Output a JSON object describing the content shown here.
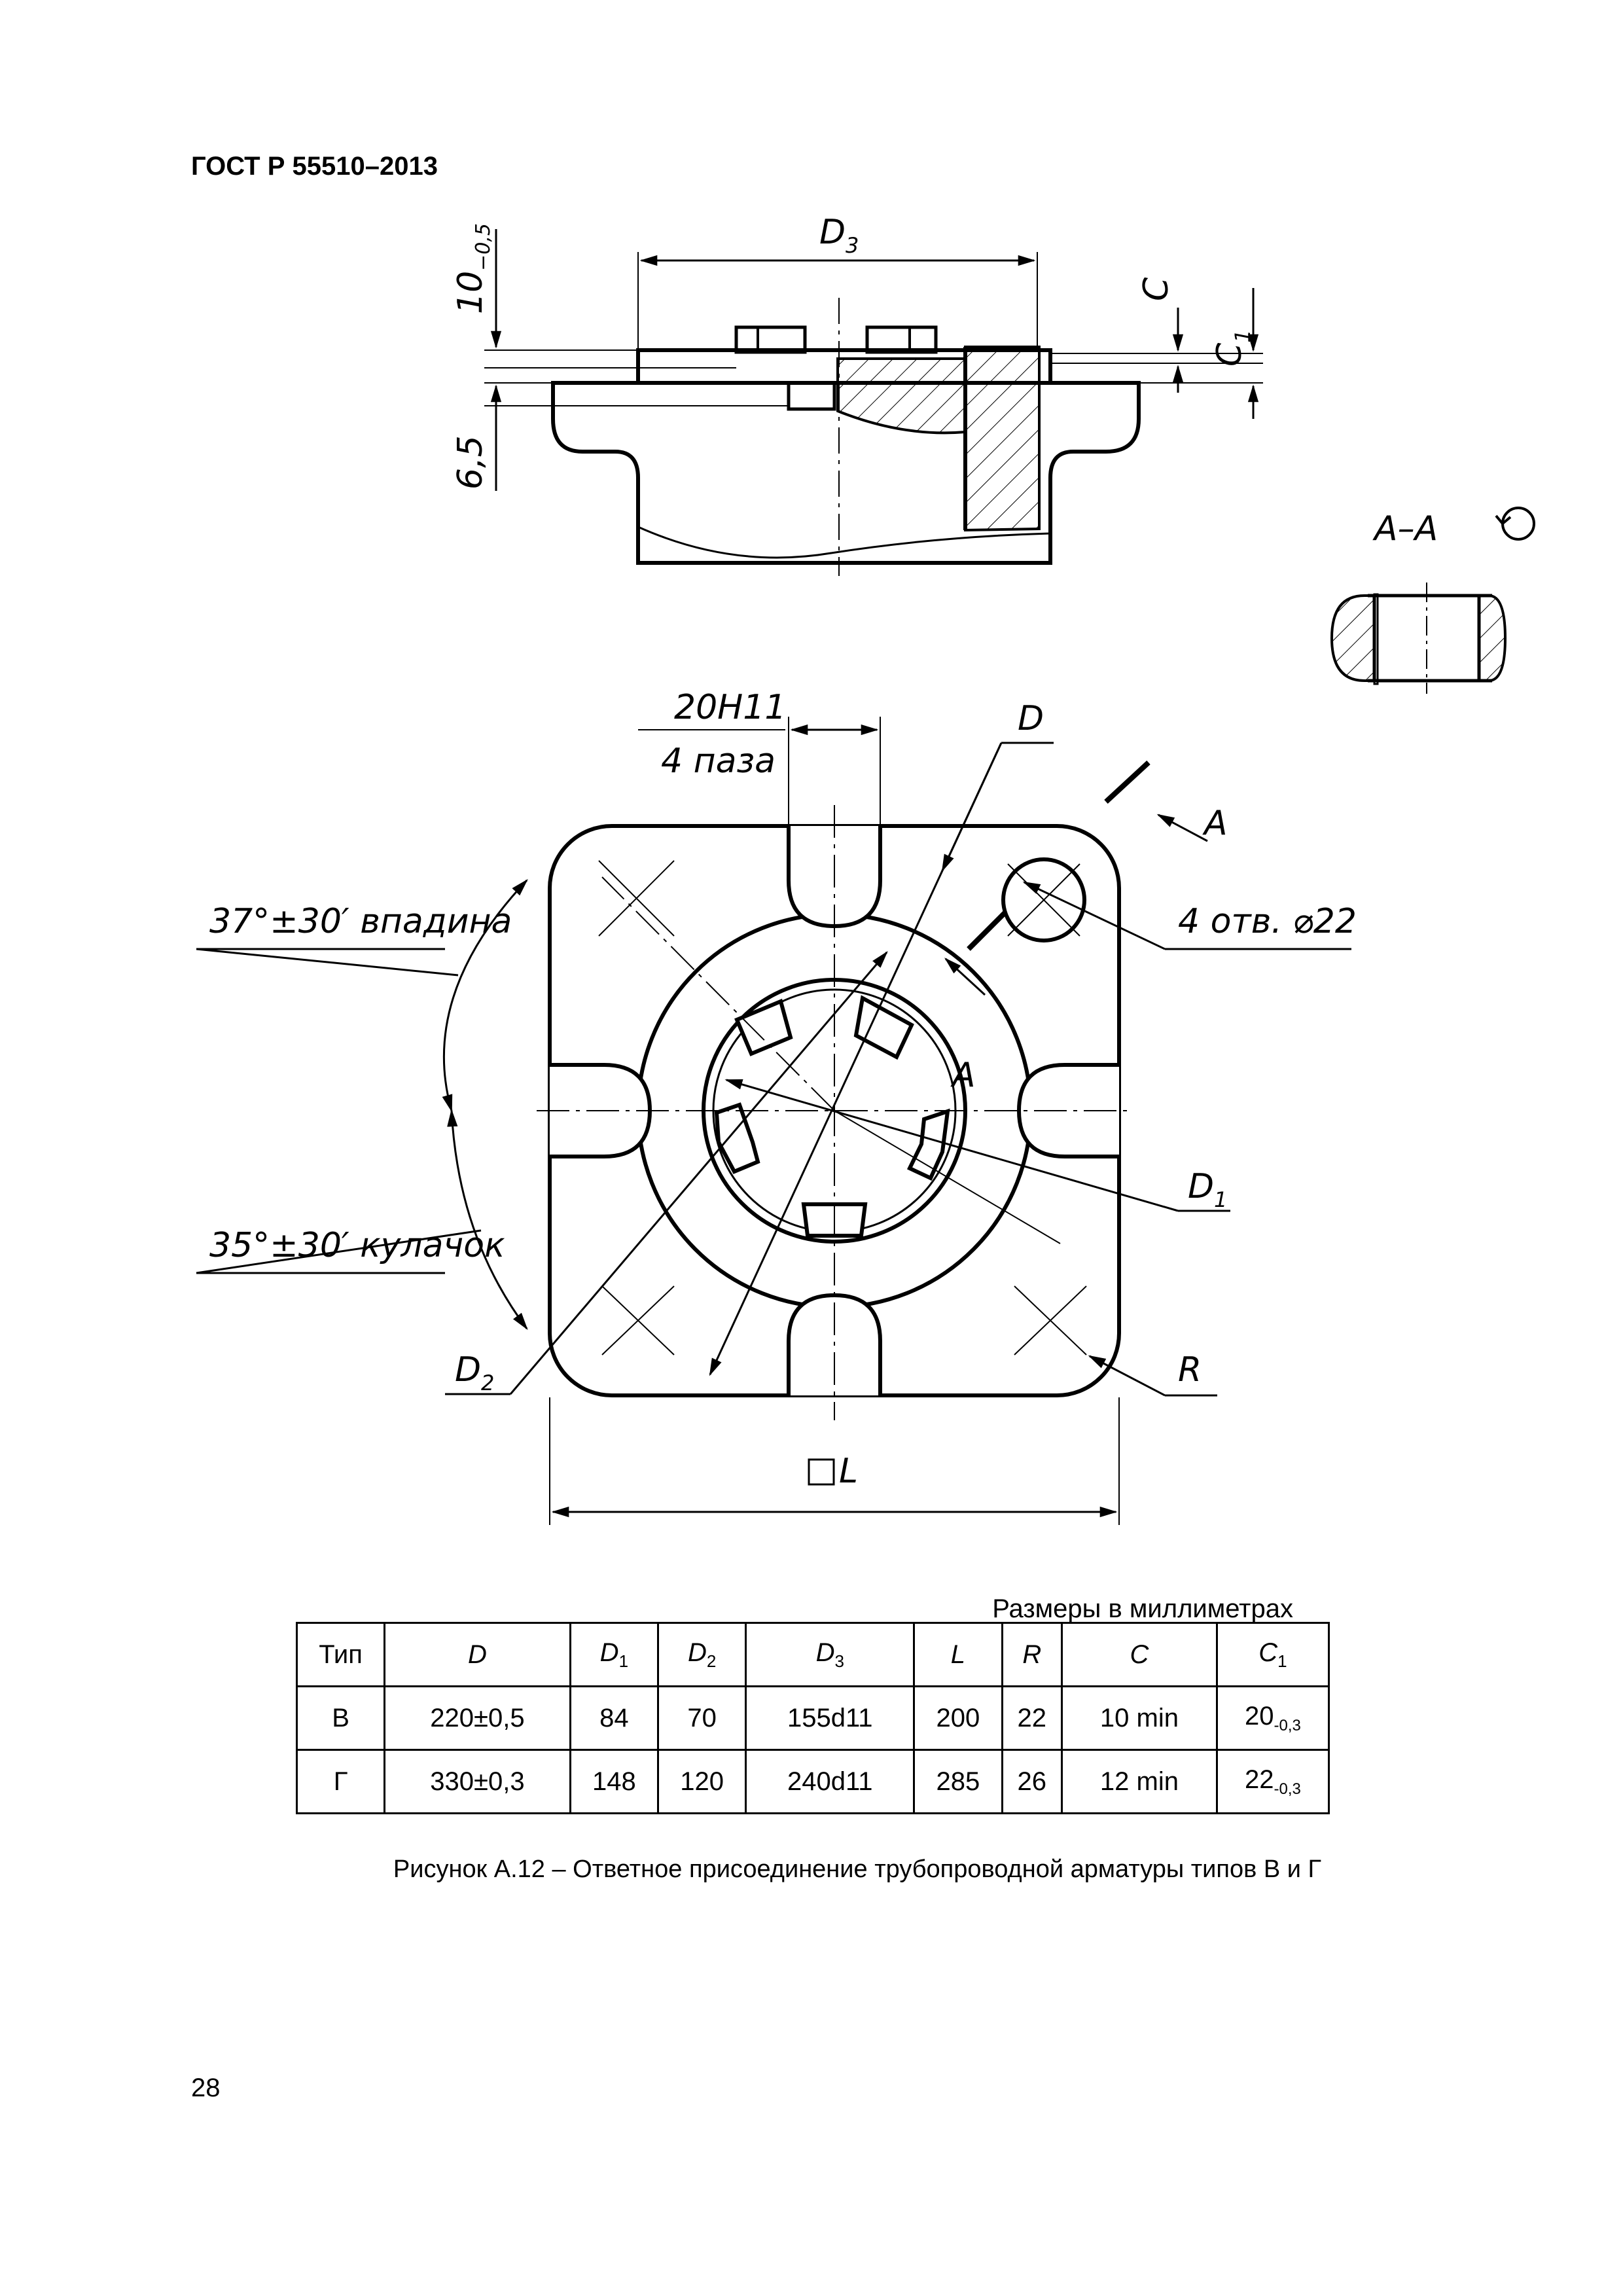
{
  "header": {
    "document_id": "ГОСТ Р 55510–2013"
  },
  "drawing": {
    "labels": {
      "d3": "D",
      "d3_sub": "3",
      "tol_top": "10",
      "tol_top_sub": "−0,5",
      "h65": "6,5",
      "c": "C",
      "c1": "C",
      "c1_sub": "1",
      "section_title": "А–А",
      "slot_size": "20H11",
      "slot_count": "4 паза",
      "d": "D",
      "section_mark": "А",
      "angle_valley": "37°±30′ впадина",
      "holes": "4 отв. ⌀22",
      "d1": "D",
      "d1_sub": "1",
      "angle_cam": "35°±30′ кулачок",
      "d2": "D",
      "d2_sub": "2",
      "r": "R",
      "square_l": "L"
    }
  },
  "units_note": "Размеры в миллиметрах",
  "table": {
    "headers": [
      {
        "main": "Тип",
        "sub": ""
      },
      {
        "main": "D",
        "sub": ""
      },
      {
        "main": "D",
        "sub": "1"
      },
      {
        "main": "D",
        "sub": "2"
      },
      {
        "main": "D",
        "sub": "3"
      },
      {
        "main": "L",
        "sub": ""
      },
      {
        "main": "R",
        "sub": ""
      },
      {
        "main": "C",
        "sub": ""
      },
      {
        "main": "C",
        "sub": "1"
      }
    ],
    "rows": [
      [
        {
          "main": "В",
          "sub": ""
        },
        {
          "main": "220±0,5",
          "sub": ""
        },
        {
          "main": "84",
          "sub": ""
        },
        {
          "main": "70",
          "sub": ""
        },
        {
          "main": "155d11",
          "sub": ""
        },
        {
          "main": "200",
          "sub": ""
        },
        {
          "main": "22",
          "sub": ""
        },
        {
          "main": "10 min",
          "sub": ""
        },
        {
          "main": "20",
          "sub": "-0,3"
        }
      ],
      [
        {
          "main": "Г",
          "sub": ""
        },
        {
          "main": "330±0,3",
          "sub": ""
        },
        {
          "main": "148",
          "sub": ""
        },
        {
          "main": "120",
          "sub": ""
        },
        {
          "main": "240d11",
          "sub": ""
        },
        {
          "main": "285",
          "sub": ""
        },
        {
          "main": "26",
          "sub": ""
        },
        {
          "main": "12 min",
          "sub": ""
        },
        {
          "main": "22",
          "sub": "-0,3"
        }
      ]
    ]
  },
  "caption": "Рисунок А.12 – Ответное присоединение трубопроводной арматуры типов В и Г",
  "page_number": "28"
}
